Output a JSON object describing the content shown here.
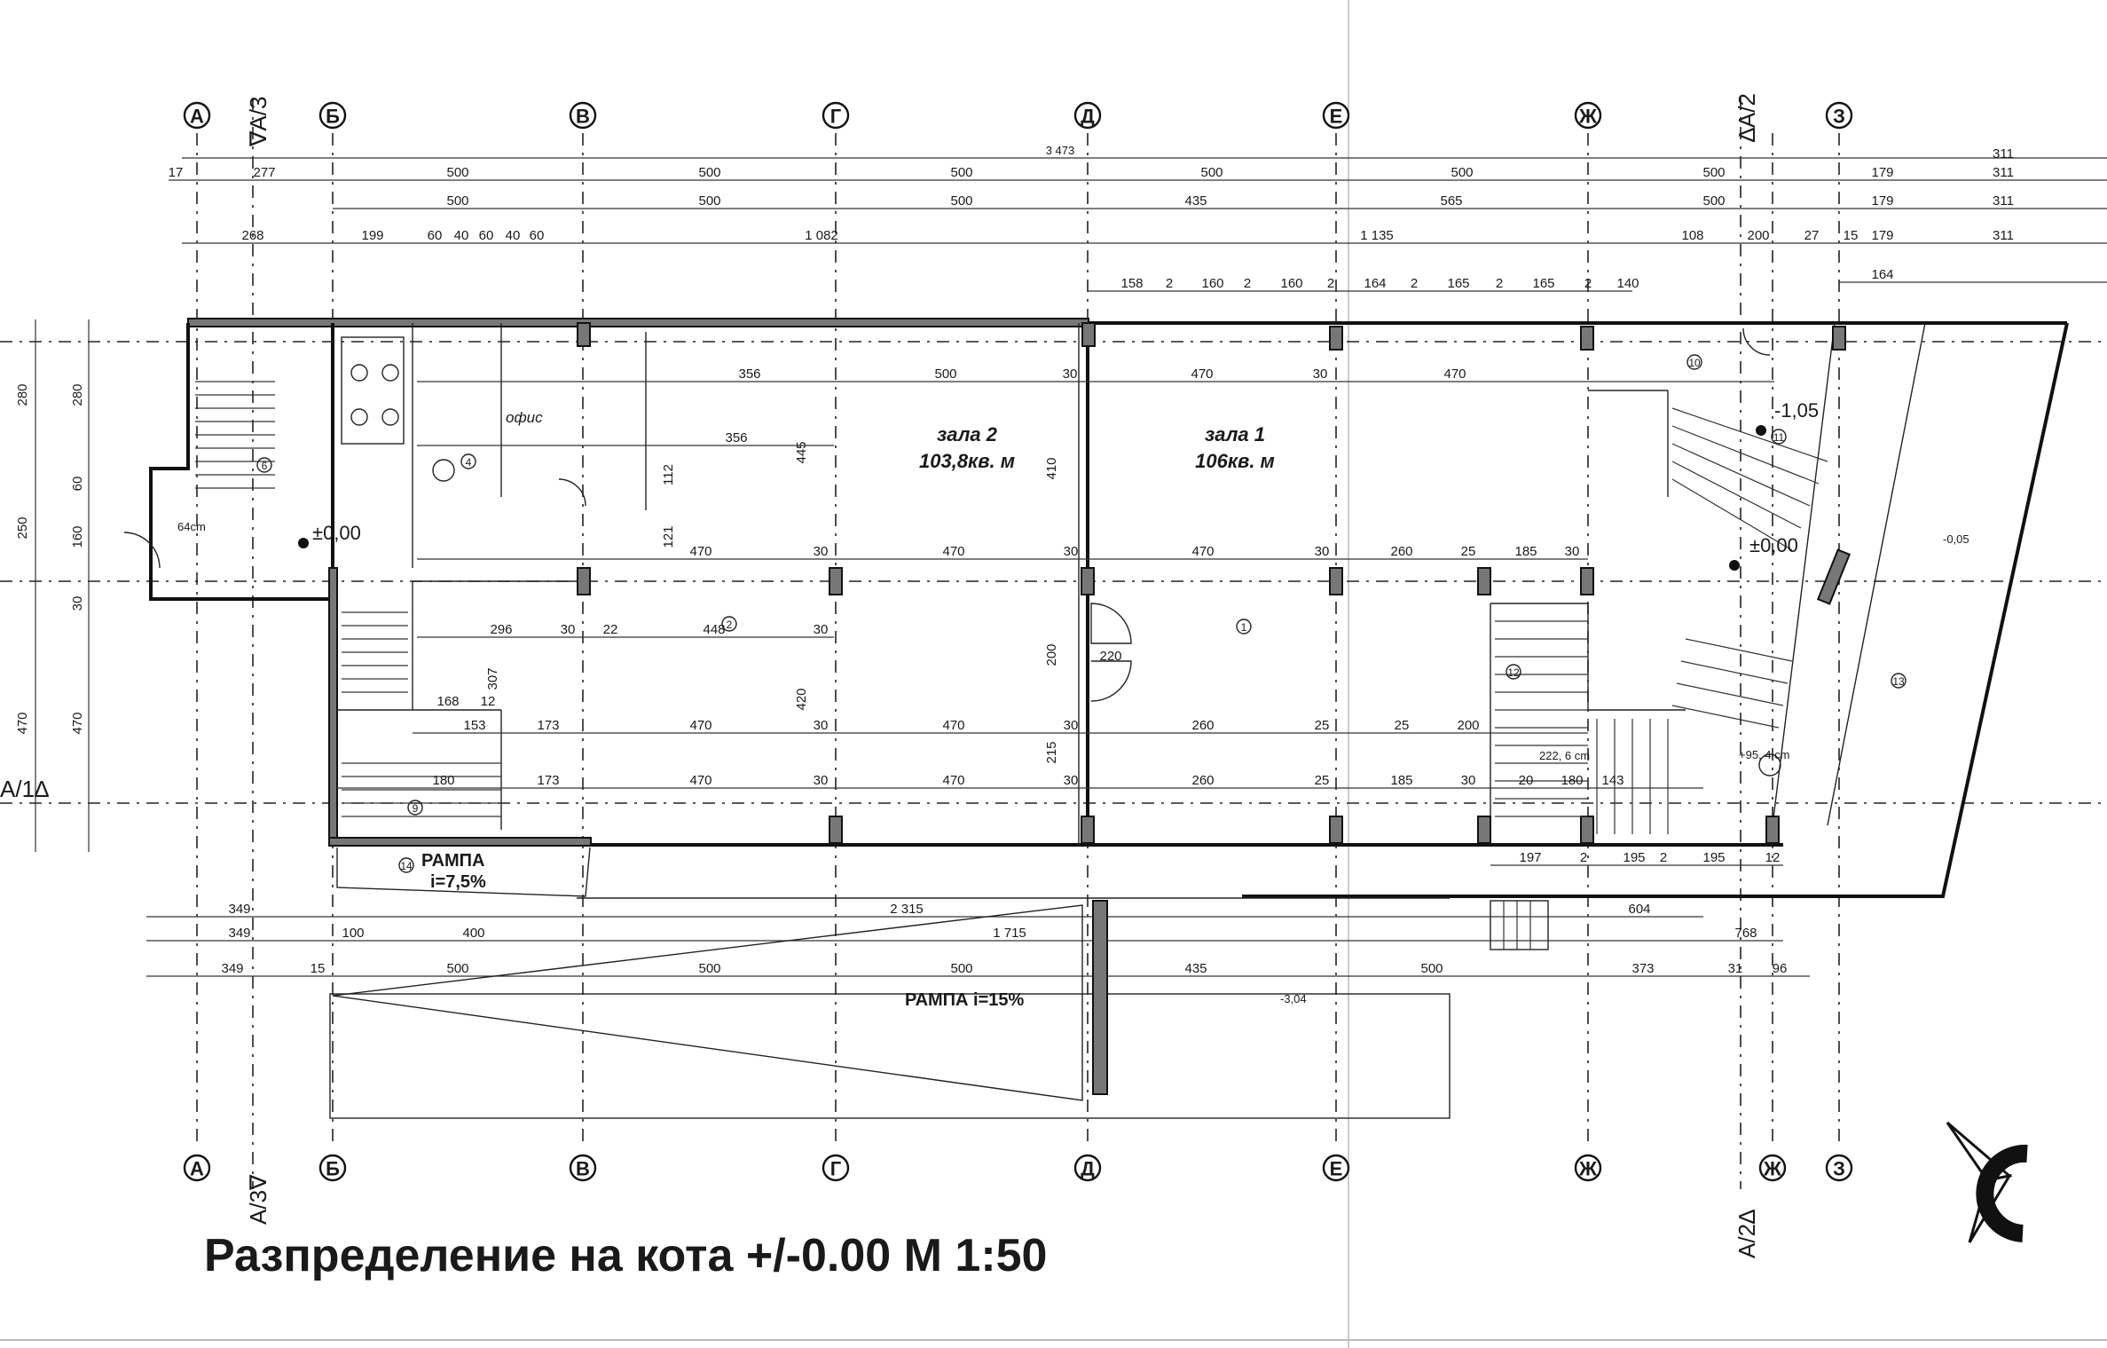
{
  "title": "Разпределение на кота +/-0.00 М 1:50",
  "axes": {
    "labels": [
      "А",
      "Б",
      "В",
      "Г",
      "Д",
      "Е",
      "Ж",
      "З"
    ],
    "bottom_labels": [
      "А",
      "Б",
      "В",
      "Г",
      "Д",
      "Е",
      "Ж",
      "Ж",
      "З"
    ]
  },
  "sections": {
    "a3_top": "∇А/3",
    "a3_bottom": "А/3∇",
    "a2_top": "∆А/2",
    "a2_bottom": "А/2∆",
    "a1_left": "А/1∆"
  },
  "rooms": {
    "hall2_name": "зала 2",
    "hall2_area": "103,8кв. м",
    "hall1_name": "зала 1",
    "hall1_area": "106кв. м",
    "office": "офис"
  },
  "ramps": {
    "ramp1_name": "РАМПА",
    "ramp1_slope": "i=7,5%",
    "ramp2": "РАМПА i=15%"
  },
  "levels": {
    "zero_left": "±0,00",
    "zero_right": "±0,00",
    "minus105": "-1,05",
    "minus005": "-0,05",
    "minus304": "-3,04",
    "plus95": "+95, 4 cm",
    "plus222": "222, 6 cm",
    "cm64": "64cm"
  },
  "dims": {
    "top_total": "3 473",
    "row1": [
      "17",
      "277",
      "500",
      "500",
      "500",
      "500",
      "500",
      "500",
      "179",
      "311"
    ],
    "row1_right": "311",
    "row2": [
      "500",
      "500",
      "500",
      "435",
      "565",
      "500",
      "179",
      "311"
    ],
    "row3": [
      "268",
      "199",
      "60",
      "40",
      "60",
      "40",
      "60",
      "1 082",
      "1 135",
      "108",
      "200",
      "27",
      "15",
      "179",
      "311"
    ],
    "row4": [
      "158",
      "2",
      "160",
      "2",
      "160",
      "2",
      "164",
      "2",
      "165",
      "2",
      "165",
      "2",
      "140",
      "164"
    ],
    "left": [
      "280",
      "280",
      "250",
      "160",
      "60",
      "30",
      "470",
      "470"
    ],
    "bottom1": [
      "349",
      "2 315",
      "604"
    ],
    "bottom2": [
      "349",
      "100",
      "400",
      "1 715",
      "768"
    ],
    "bottom3": [
      "349",
      "15",
      "500",
      "500",
      "500",
      "435",
      "500",
      "373",
      "31",
      "96"
    ],
    "inner_a": [
      "500",
      "356",
      "470",
      "470",
      "356",
      "30",
      "30"
    ],
    "inner_b": [
      "470",
      "30",
      "470",
      "30",
      "470",
      "30",
      "260",
      "25",
      "185",
      "30"
    ],
    "inner_c": [
      "296",
      "30",
      "22",
      "448",
      "30"
    ],
    "inner_d": [
      "168",
      "12",
      "153",
      "173",
      "470",
      "30",
      "470",
      "30",
      "260",
      "25",
      "200"
    ],
    "inner_e": [
      "180",
      "173",
      "470",
      "30",
      "470",
      "30",
      "260",
      "25",
      "185",
      "30",
      "20",
      "180",
      "143"
    ],
    "vert": [
      "410",
      "445",
      "420",
      "121",
      "112",
      "200",
      "220",
      "215",
      "307"
    ],
    "stair_right": [
      "197",
      "2",
      "195",
      "2",
      "195",
      "12"
    ]
  },
  "room_numbers": [
    "1",
    "2",
    "4",
    "6",
    "9",
    "10",
    "11",
    "12",
    "13",
    "14"
  ],
  "compass": "north-arrow"
}
